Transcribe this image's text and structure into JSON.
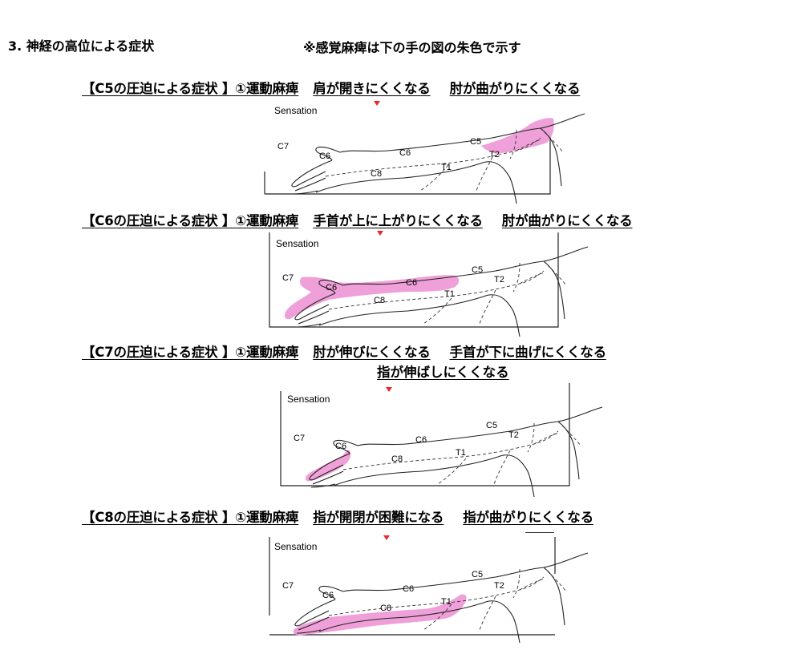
{
  "title": "3. 神経の高位による症状",
  "note": "※感覚麻痺は下の手の図の朱色で示す",
  "highlight_color": "#f0a0d8",
  "sections": [
    {
      "root": "C5",
      "heading_lead": "【C5の圧迫による症状 】①運動麻痺",
      "symptoms": [
        "肩が開きにくくなる",
        "肘が曲がりにくくなる"
      ],
      "figure": {
        "sensation": "Sensation",
        "labels": [
          "C7",
          "C6",
          "C6",
          "C8",
          "T1",
          "C5",
          "T2"
        ]
      }
    },
    {
      "root": "C6",
      "heading_lead": "【C6の圧迫による症状 】①運動麻痺",
      "symptoms": [
        "手首が上に上がりにくくなる",
        "肘が曲がりにくくなる"
      ],
      "figure": {
        "sensation": "Sensation",
        "labels": [
          "C7",
          "C6",
          "C6",
          "C8",
          "T1",
          "C5",
          "T2"
        ]
      }
    },
    {
      "root": "C7",
      "heading_lead": "【C7の圧迫による症状 】①運動麻痺",
      "symptoms": [
        "肘が伸びにくくなる",
        "手首が下に曲げにくくなる"
      ],
      "continuation": "指が伸ばしにくくなる",
      "figure": {
        "sensation": "Sensation",
        "labels": [
          "C7",
          "C6",
          "C6",
          "C8",
          "T1",
          "C5",
          "T2"
        ]
      }
    },
    {
      "root": "C8",
      "heading_lead": "【C8の圧迫による症状 】①運動麻痺",
      "symptoms": [
        "指が開閉が困難になる",
        "指が曲がりにくくなる"
      ],
      "figure": {
        "sensation": "Sensation",
        "labels": [
          "C7",
          "C6",
          "C6",
          "C8",
          "T1",
          "C5",
          "T2"
        ]
      }
    }
  ]
}
